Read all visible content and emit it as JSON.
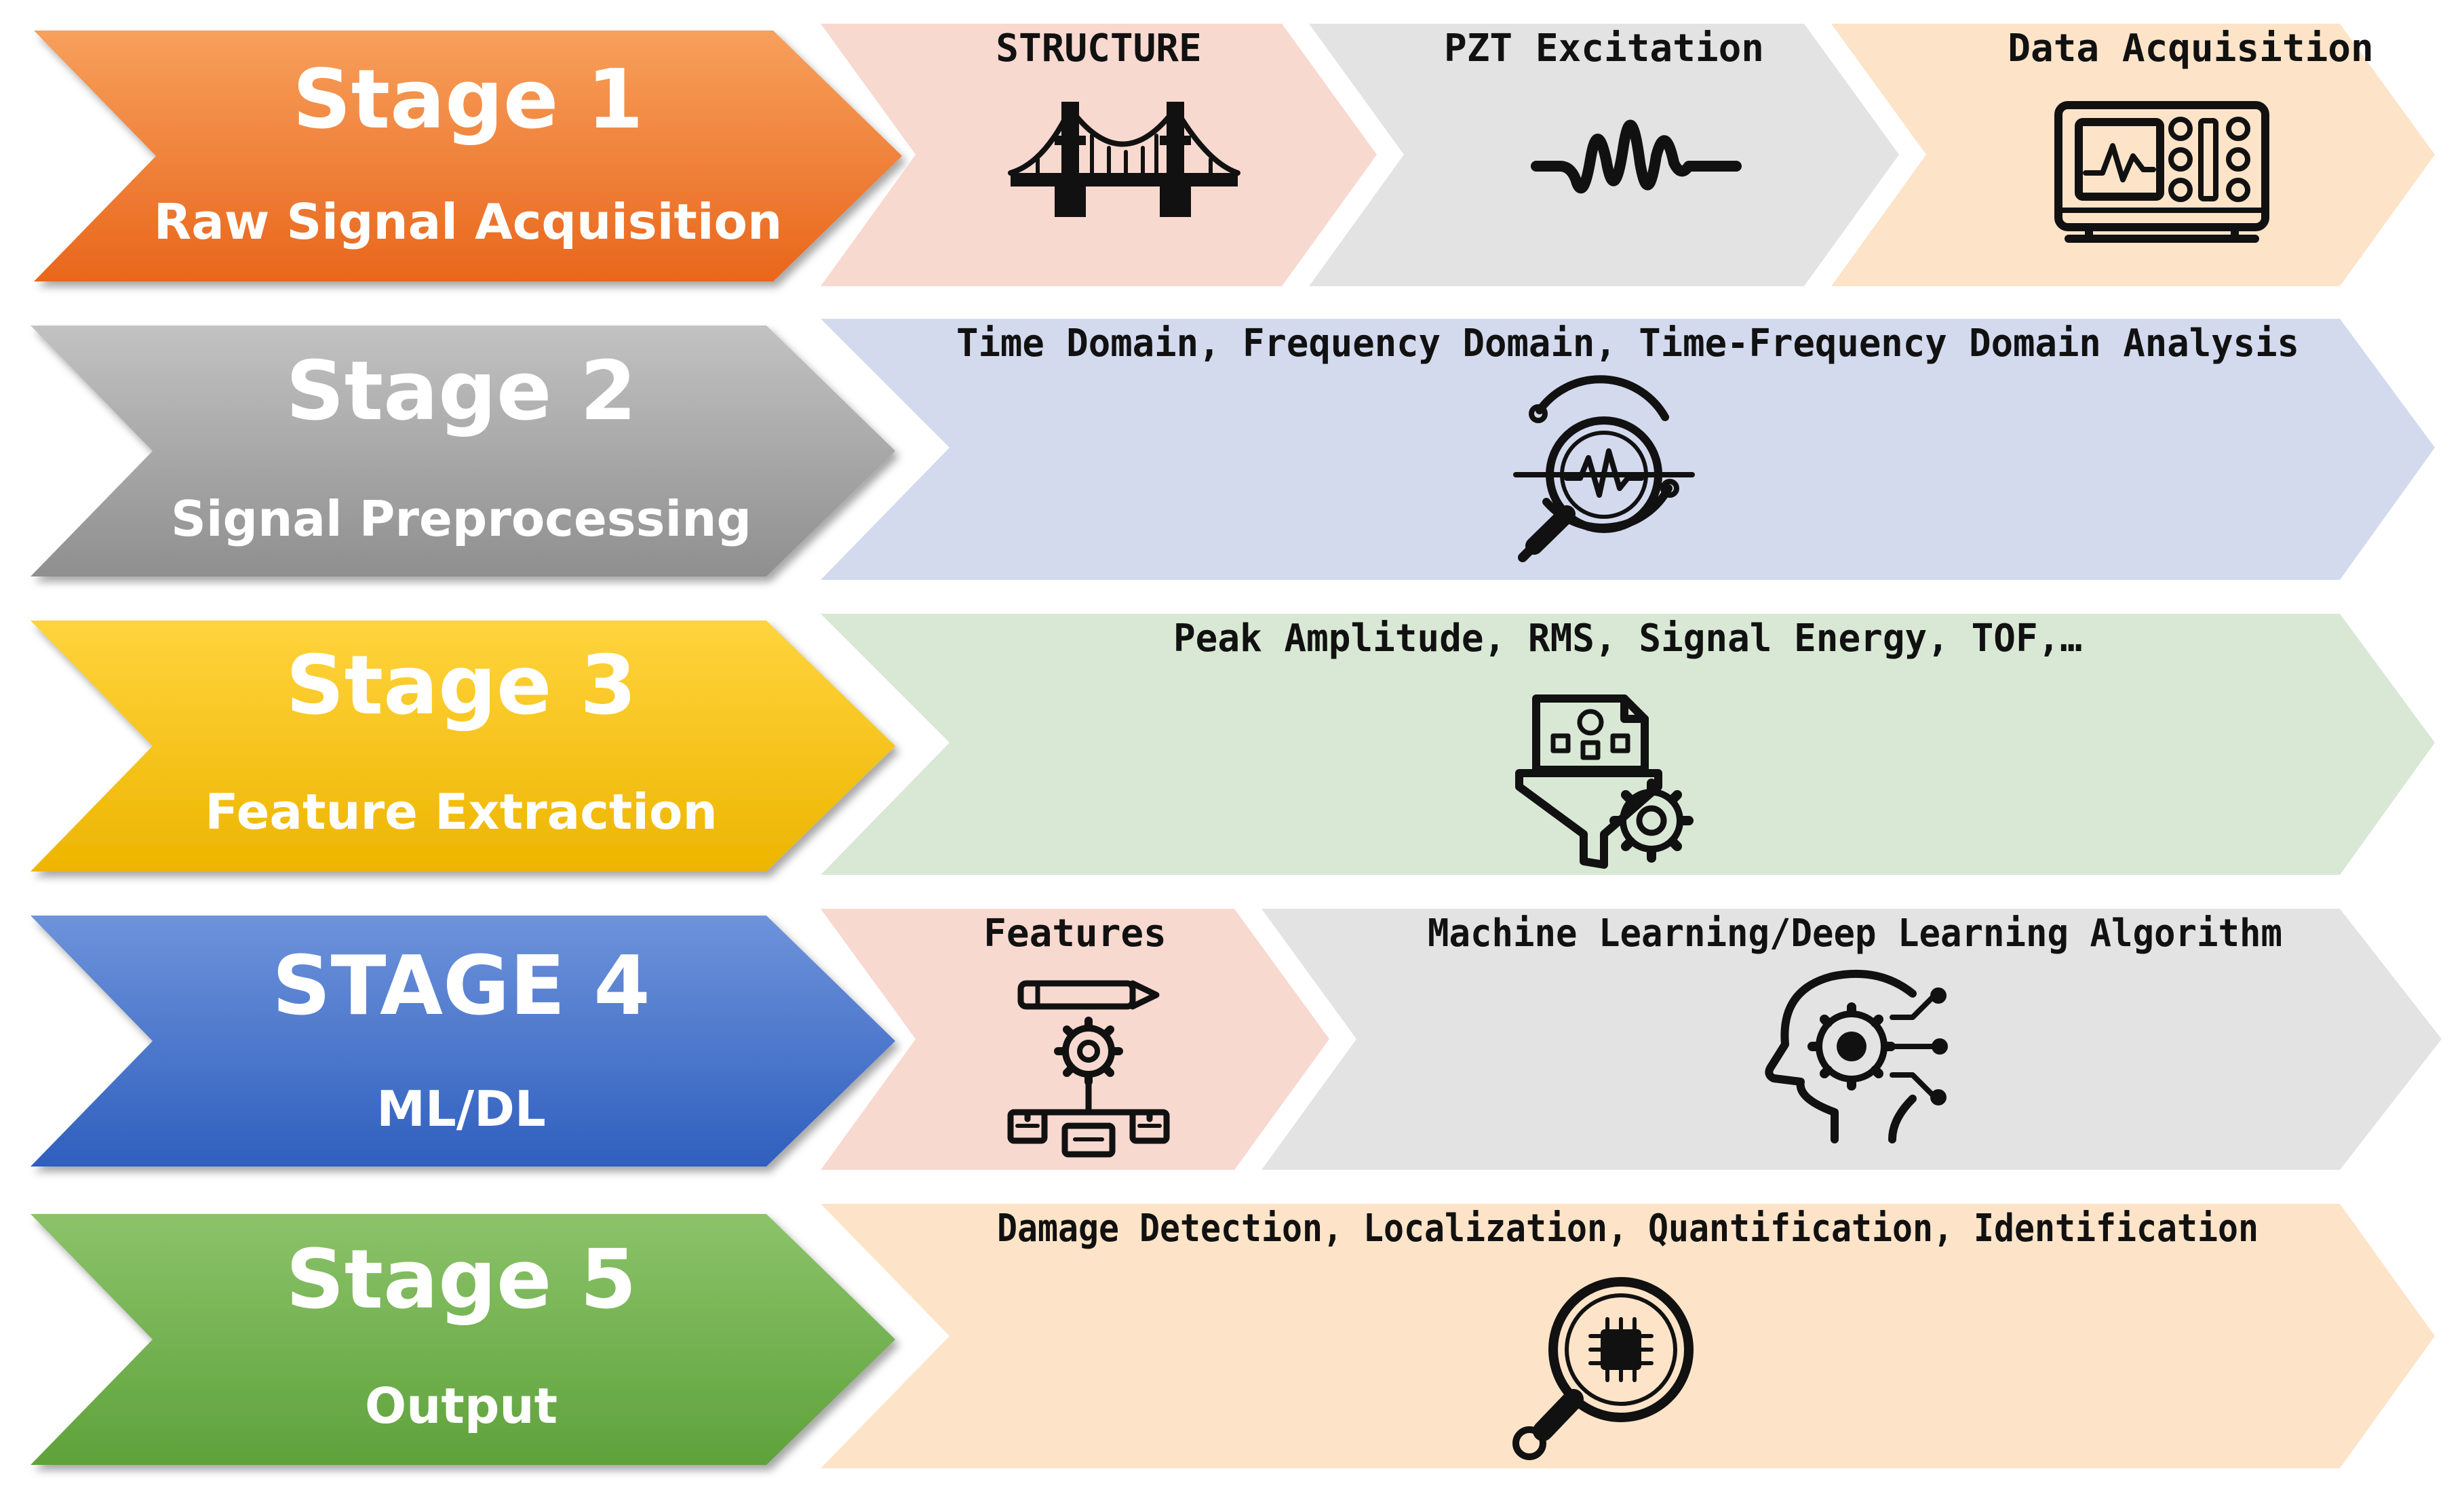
{
  "stages": [
    {
      "title": "Stage 1",
      "subtitle": "Raw Signal Acquisition",
      "color_top": "#F7A05C",
      "color_bottom": "#E9661C"
    },
    {
      "title": "Stage 2",
      "subtitle": "Signal Preprocessing",
      "color_top": "#C2C2C2",
      "color_bottom": "#8F8F8F"
    },
    {
      "title": "Stage 3",
      "subtitle": "Feature Extraction",
      "color_top": "#FFD43D",
      "color_bottom": "#EDB500"
    },
    {
      "title": "STAGE 4",
      "subtitle": "ML/DL",
      "color_top": "#6E93DB",
      "color_bottom": "#2F5FBE"
    },
    {
      "title": "Stage 5",
      "subtitle": "Output",
      "color_top": "#8CC36A",
      "color_bottom": "#5EA23B"
    }
  ],
  "panels": [
    {
      "label": "STRUCTURE",
      "icon": "bridge-icon",
      "color": "#F8D9CF"
    },
    {
      "label": "PZT Excitation",
      "icon": "waveform-icon",
      "color": "#E3E3E3"
    },
    {
      "label": "Data Acquisition",
      "icon": "oscilloscope-icon",
      "color": "#FDE4C8"
    },
    {
      "label": "Time Domain, Frequency Domain, Time-Frequency Domain Analysis",
      "icon": "signal-analysis-icon",
      "color": "#D3DAEE"
    },
    {
      "label": "Peak Amplitude, RMS, Signal Energy, TOF,…",
      "icon": "feature-extraction-icon",
      "color": "#D8E8D5"
    },
    {
      "label": "Features",
      "icon": "feature-hierarchy-icon",
      "color": "#F8D9CF"
    },
    {
      "label": "Machine Learning/Deep Learning Algorithm",
      "icon": "ai-head-icon",
      "color": "#E3E3E3"
    },
    {
      "label": "Damage Detection, Localization, Quantification, Identification",
      "icon": "chip-search-icon",
      "color": "#FDE4C8"
    }
  ]
}
